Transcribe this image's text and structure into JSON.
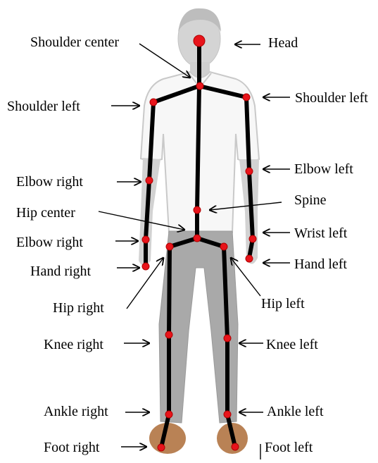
{
  "colors": {
    "skeleton_bone": "#000000",
    "joint_fill": "#e8141b",
    "joint_stroke": "#b00000",
    "body_shirt": "#f7f7f7",
    "body_outline": "#cfcfcf",
    "skin": "#d2d2d2",
    "pants": "#a9a9a9",
    "shoes": "#b98255",
    "arrow": "#000000"
  },
  "labels": {
    "shoulder_center": "Shoulder center",
    "head": "Head",
    "shoulder_left_a": "Shoulder left",
    "shoulder_left_b": "Shoulder left",
    "elbow_right_a": "Elbow right",
    "elbow_left": "Elbow left",
    "spine": "Spine",
    "hip_center": "Hip center",
    "elbow_right_b": "Elbow right",
    "wrist_left": "Wrist left",
    "hand_right": "Hand right",
    "hand_left": "Hand left",
    "hip_right": "Hip right",
    "hip_left": "Hip left",
    "knee_right": "Knee right",
    "knee_left": "Knee left",
    "ankle_right": "Ankle right",
    "ankle_left": "Ankle left",
    "foot_right": "Foot right",
    "foot_left": "Foot left"
  }
}
